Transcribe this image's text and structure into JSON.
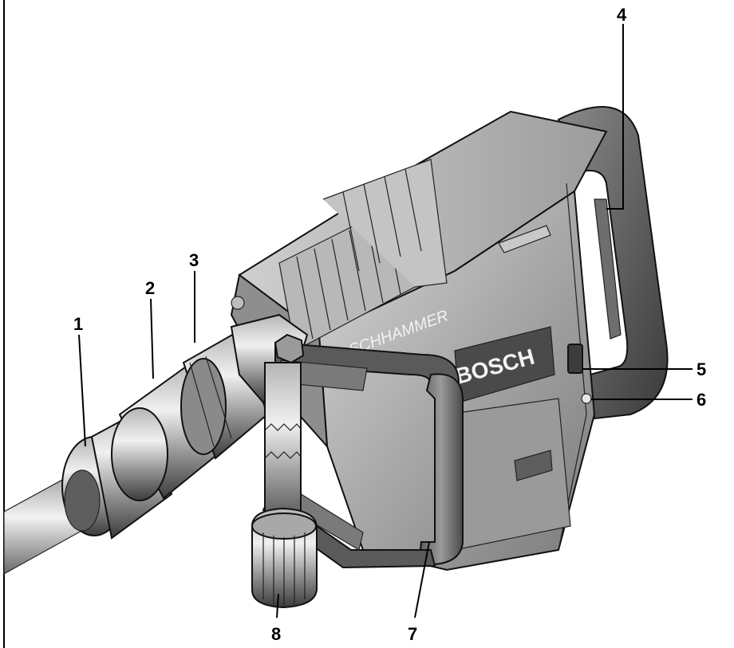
{
  "diagram": {
    "brand_text": "BOSCH",
    "model_text": "SCHHAMMER",
    "callouts": [
      {
        "id": "1",
        "label": "1"
      },
      {
        "id": "2",
        "label": "2"
      },
      {
        "id": "3",
        "label": "3"
      },
      {
        "id": "4",
        "label": "4"
      },
      {
        "id": "5",
        "label": "5"
      },
      {
        "id": "6",
        "label": "6"
      },
      {
        "id": "7",
        "label": "7"
      },
      {
        "id": "8",
        "label": "8"
      }
    ]
  }
}
